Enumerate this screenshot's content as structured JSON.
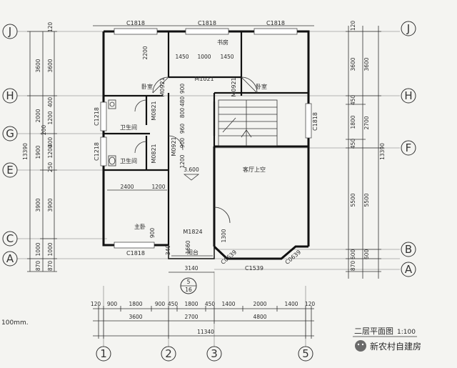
{
  "axes": {
    "J": "J",
    "H": "H",
    "G": "G",
    "E": "E",
    "C": "C",
    "A": "A",
    "F": "F",
    "B": "B",
    "n1": "1",
    "n2": "2",
    "n3": "3",
    "n5": "5"
  },
  "left_dims": {
    "outer_total": "13390",
    "col2": [
      "3600",
      "2000",
      "1900",
      "3900",
      "1000",
      "870"
    ],
    "col3": [
      "3600",
      "400",
      "1200",
      "1200",
      "3900",
      "1000",
      "870"
    ],
    "small": [
      "120",
      "200",
      "400",
      "250"
    ]
  },
  "right_dims": {
    "outer_total": "13390",
    "col1": [
      "120",
      "3600",
      "450",
      "1800",
      "450",
      "5500",
      "600",
      "870"
    ],
    "col2": [
      "3600",
      "2700",
      "5500",
      "600"
    ]
  },
  "bottom_dims": {
    "row1": [
      "120",
      "900",
      "1800",
      "900",
      "450",
      "1800",
      "450",
      "1400",
      "2000",
      "1400",
      "120"
    ],
    "row2": [
      "3600",
      "2700",
      "4800"
    ],
    "total": "11340"
  },
  "windows": {
    "top_left": "C1818",
    "top_mid": "C1818",
    "top_right": "C1818",
    "left_1": "C1218",
    "left_2": "C1218",
    "right": "C1818",
    "bottom": "C1818",
    "bay_left": "C0639",
    "bay_mid": "C1539",
    "bay_right": "C0639"
  },
  "doors": {
    "m1021": "M1021",
    "m0921a": "M0921",
    "m0921b": "M0921",
    "m0921c": "M0921",
    "m0821a": "M0821",
    "m0821b": "M0821",
    "m1824": "M1824"
  },
  "rooms": {
    "study": "书房",
    "bedroom_left": "卧室",
    "bedroom_right": "卧室",
    "bath_1": "卫生间",
    "bath_2": "卫生间",
    "master": "主卧",
    "void": "客厅上空",
    "balcony": "阳台"
  },
  "inner_dims": {
    "d2200": "2200",
    "d1450a": "1450",
    "d1000": "1000",
    "d1450b": "1450",
    "d900a": "900",
    "d480": "480",
    "d800": "800",
    "d960": "960",
    "d900b": "900",
    "d1200a": "1200",
    "d2400": "2400",
    "d1200b": "1200",
    "d900c": "900",
    "d1660": "1660",
    "d1300": "1300",
    "d340": "340",
    "d3140": "3140",
    "level": "3.600"
  },
  "section_mark": {
    "num": "5",
    "den": "16"
  },
  "title": "二层平面图",
  "scale": "1:100",
  "unit_note": "100mm.",
  "watermark": "新农村自建房"
}
